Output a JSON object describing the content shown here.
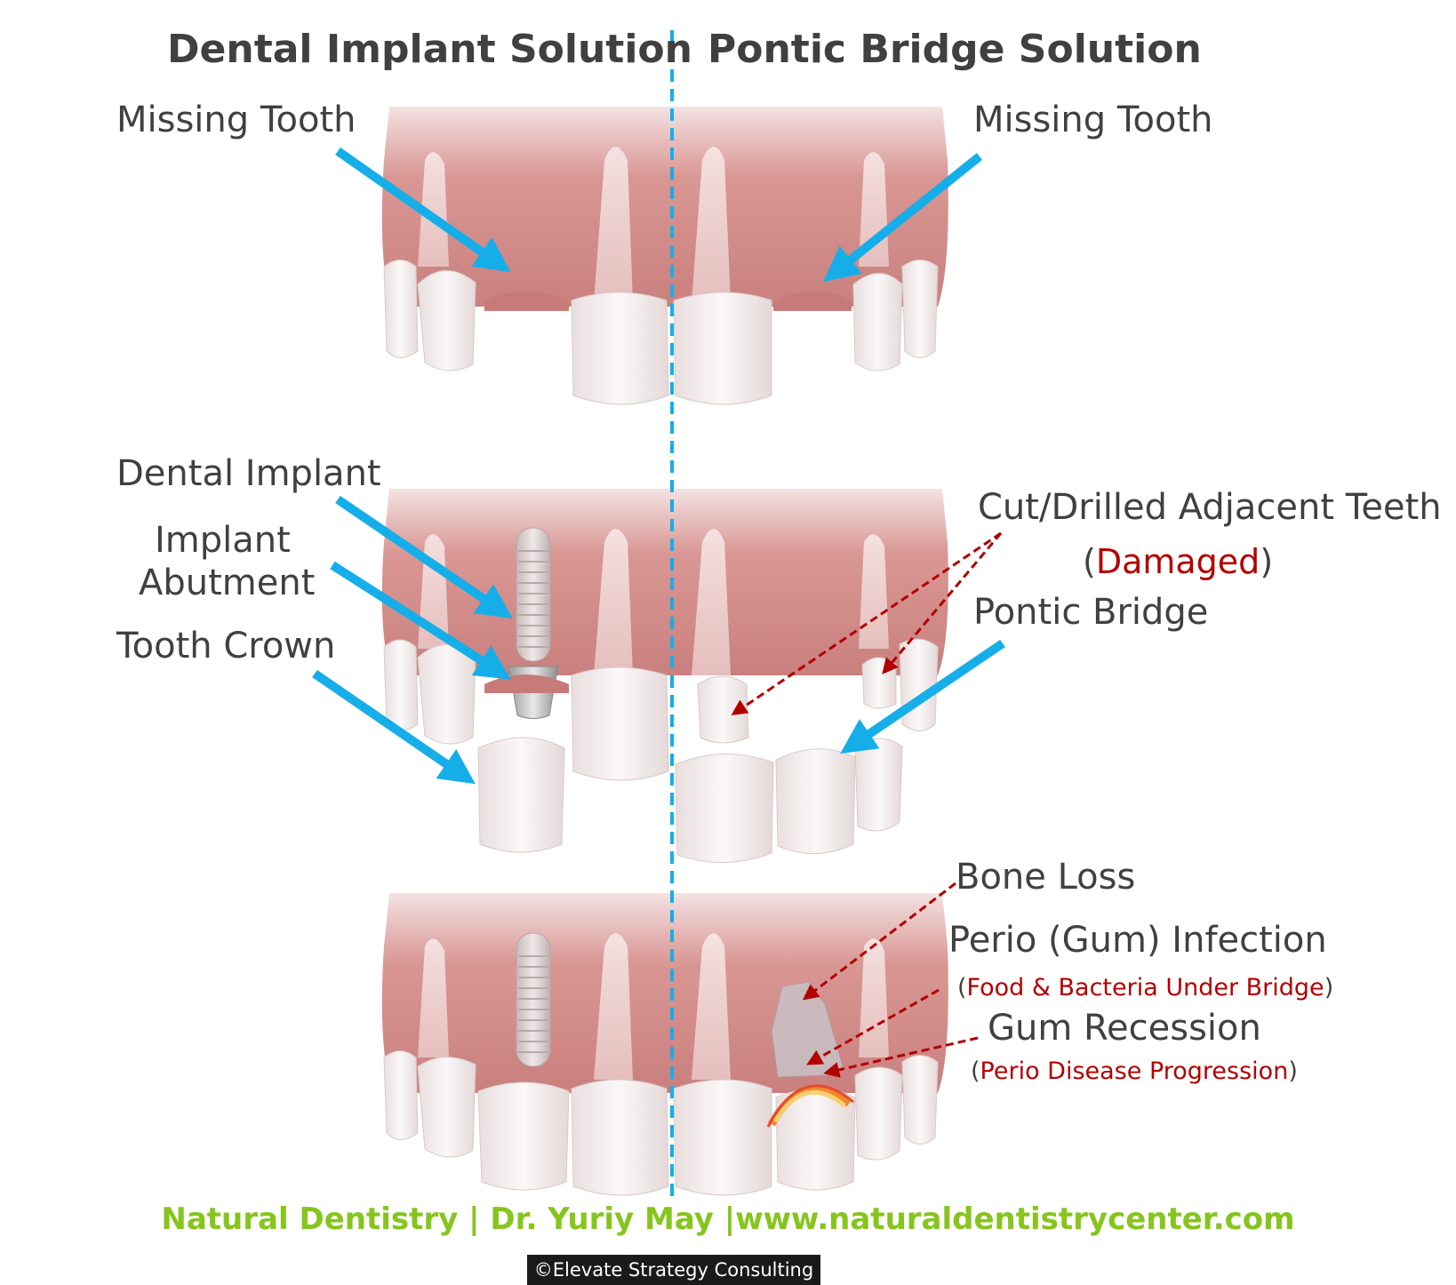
{
  "headers": {
    "left": "Dental Implant Solution",
    "right": "Pontic Bridge Solution"
  },
  "labels": {
    "missing_tooth_left": "Missing Tooth",
    "missing_tooth_right": "Missing Tooth",
    "dental_implant": "Dental Implant",
    "implant_abutment_line1": "Implant",
    "implant_abutment_line2": "Abutment",
    "tooth_crown": "Tooth Crown",
    "cut_drilled": "Cut/Drilled Adjacent Teeth",
    "damaged_open": "(",
    "damaged": "Damaged",
    "damaged_close": ")",
    "pontic_bridge": "Pontic Bridge",
    "bone_loss": "Bone Loss",
    "perio_infection": "Perio (Gum) Infection",
    "food_bacteria_open": "(",
    "food_bacteria": "Food & Bacteria Under Bridge",
    "food_bacteria_close": ")",
    "gum_recession": "Gum Recession",
    "perio_progression_open": "(",
    "perio_progression": "Perio Disease Progression",
    "perio_progression_close": ")"
  },
  "footer": "Natural Dentistry | Dr. Yuriy May |www.naturaldentistrycenter.com",
  "copyright": "©Elevate Strategy Consulting",
  "colors": {
    "arrow_blue": "#16aee8",
    "annotation_red": "#b30000",
    "gum": "#d9928f",
    "tooth": "#f4eeee",
    "footer_green": "#86c51e",
    "divider": "#16aee8"
  }
}
